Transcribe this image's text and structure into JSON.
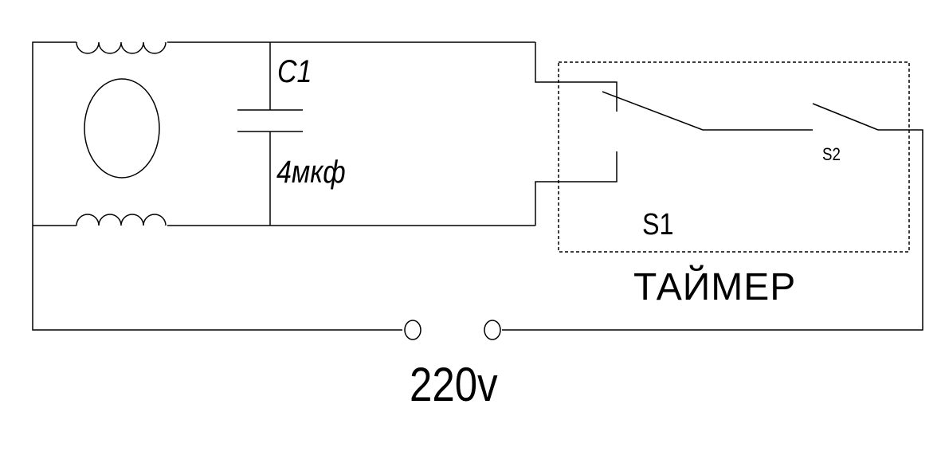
{
  "labels": {
    "capacitor_name": "C1",
    "capacitor_value": "4мкф",
    "switch_s2": "S2",
    "switch_s1": "S1",
    "timer": "ТАЙМЕР",
    "voltage": "220v"
  },
  "colors": {
    "line": "#000000",
    "background": "#ffffff"
  }
}
